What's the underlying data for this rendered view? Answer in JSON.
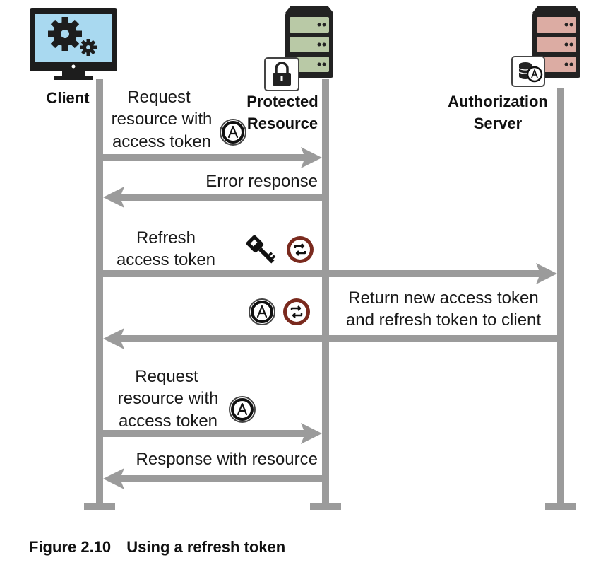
{
  "participants": {
    "client": "Client",
    "protected_resource": [
      "Protected",
      "Resource"
    ],
    "authorization_server": [
      "Authorization",
      "Server"
    ]
  },
  "messages": {
    "m1": [
      "Request",
      "resource with",
      "access token"
    ],
    "m2": "Error response",
    "m3": [
      "Refresh",
      "access token"
    ],
    "m4": [
      "Return new access token",
      "and refresh token to client"
    ],
    "m5": [
      "Request",
      "resource with",
      "access token"
    ],
    "m6": "Response with resource"
  },
  "tokens": {
    "access_token_letter": "A"
  },
  "caption": {
    "figure": "Figure 2.10",
    "title": "Using a refresh token"
  },
  "colors": {
    "lifeline": "#9b9b9b",
    "client_screen": "#a9d9f0",
    "resource_server": "#b9c9a6",
    "auth_server": "#dcaca3",
    "refresh_token_ring": "#7a2a1e"
  },
  "icons": {
    "client": "monitor-gear-icon",
    "protected_resource": "server-lock-icon",
    "authorization_server": "server-coin-icon",
    "access_token": "access-token-icon",
    "refresh_token": "refresh-token-icon",
    "key": "key-icon"
  }
}
